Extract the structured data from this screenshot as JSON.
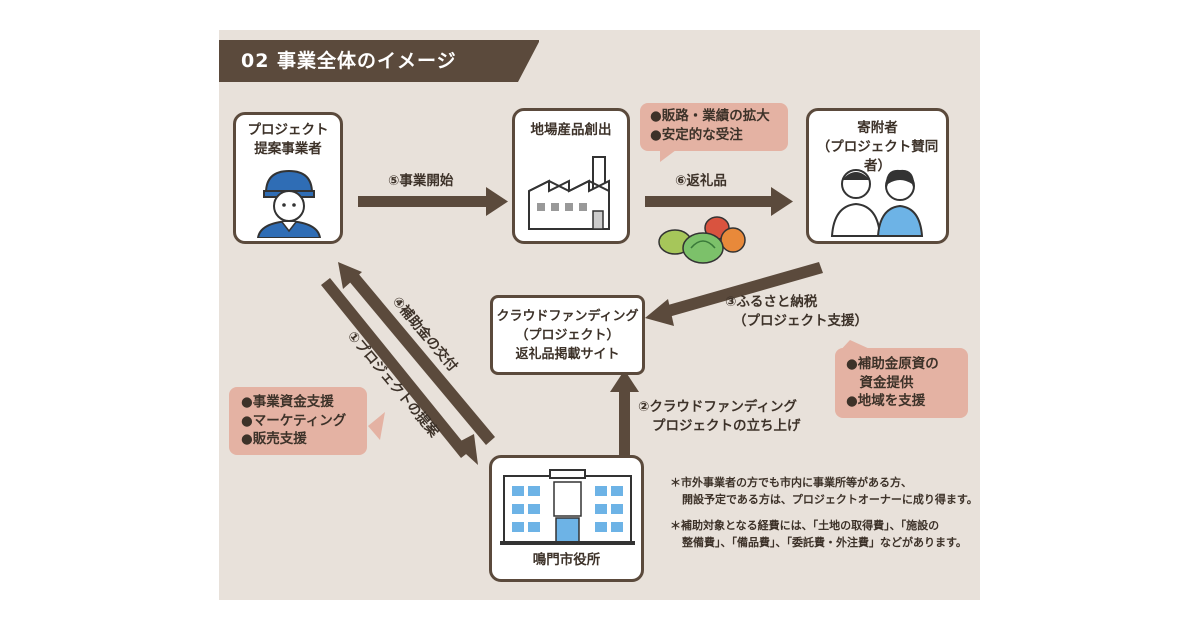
{
  "title": "02 事業全体のイメージ",
  "nodes": {
    "proposer": {
      "line1": "プロジェクト",
      "line2": "提案事業者"
    },
    "production": {
      "line1": "地場産品創出"
    },
    "donor": {
      "line1": "寄附者",
      "line2": "（プロジェクト賛同者）"
    },
    "crowdfunding": {
      "line1": "クラウドファンディング",
      "line2": "（プロジェクト）",
      "line3": "返礼品掲載サイト"
    },
    "city_hall": {
      "line1": "鳴門市役所"
    }
  },
  "edges": {
    "e1": "①プロジェクトの提案",
    "e2": {
      "line1": "②クラウドファンディング",
      "line2": "プロジェクトの立ち上げ"
    },
    "e3": {
      "line1": "③ふるさと納税",
      "line2": "（プロジェクト支援）"
    },
    "e4": "④補助金の交付",
    "e5": "⑤事業開始",
    "e6": "⑥返礼品"
  },
  "callouts": {
    "sales": [
      "●販路・業績の拡大",
      "●安定的な受注"
    ],
    "support": [
      "●事業資金支援",
      "●マーケティング",
      "●販売支援"
    ],
    "subsidy": [
      "●補助金原資の",
      "　資金提供",
      "●地域を支援"
    ]
  },
  "notes": {
    "n1": {
      "line1": "＊市外事業者の方でも市内に事業所等がある方、",
      "line2": "開設予定である方は、プロジェクトオーナーに成り得ます。"
    },
    "n2": {
      "line1": "＊補助対象となる経費には、「土地の取得費」、「施設の",
      "line2": "整備費」、「備品費」、「委託費・外注費」などがあります。"
    }
  },
  "colors": {
    "brown": "#5b4a3c",
    "panel": "#e8e1da",
    "callout": "#e4b2a3",
    "blue": "#2f6db5"
  },
  "icons": [
    "worker-icon",
    "factory-icon",
    "vegetables-icon",
    "donors-icon",
    "city-hall-icon"
  ]
}
